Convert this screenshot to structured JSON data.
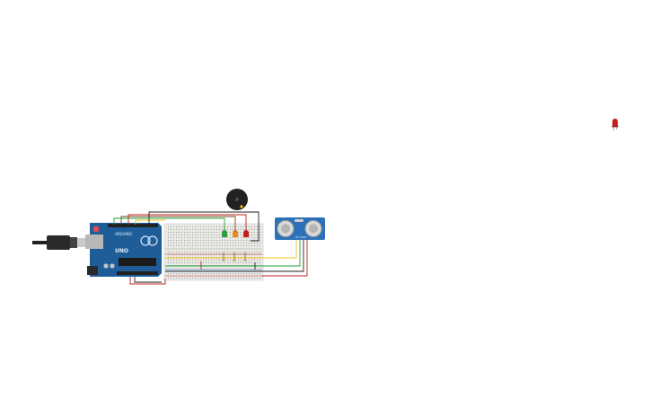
{
  "board": {
    "brand_text": "ARDUINO",
    "model_text": "UNO"
  },
  "sensor": {
    "part_text": "HC-SR04"
  },
  "leds": [
    {
      "color": "#2e9e3a"
    },
    {
      "color": "#e88a1a"
    },
    {
      "color": "#c81e1e"
    }
  ],
  "colors": {
    "board": "#1f5d99",
    "breadboard": "#e9e9e6",
    "sensor_board": "#2d72b8",
    "wire_red": "#c01e1e",
    "wire_yellow": "#f2c21a",
    "wire_green": "#22a33a",
    "wire_brown": "#7a4a2a",
    "wire_black": "#222222"
  },
  "icons": {
    "buzzer": "buzzer-icon",
    "stray_led": "led-icon",
    "usb": "usb-cable-icon"
  }
}
